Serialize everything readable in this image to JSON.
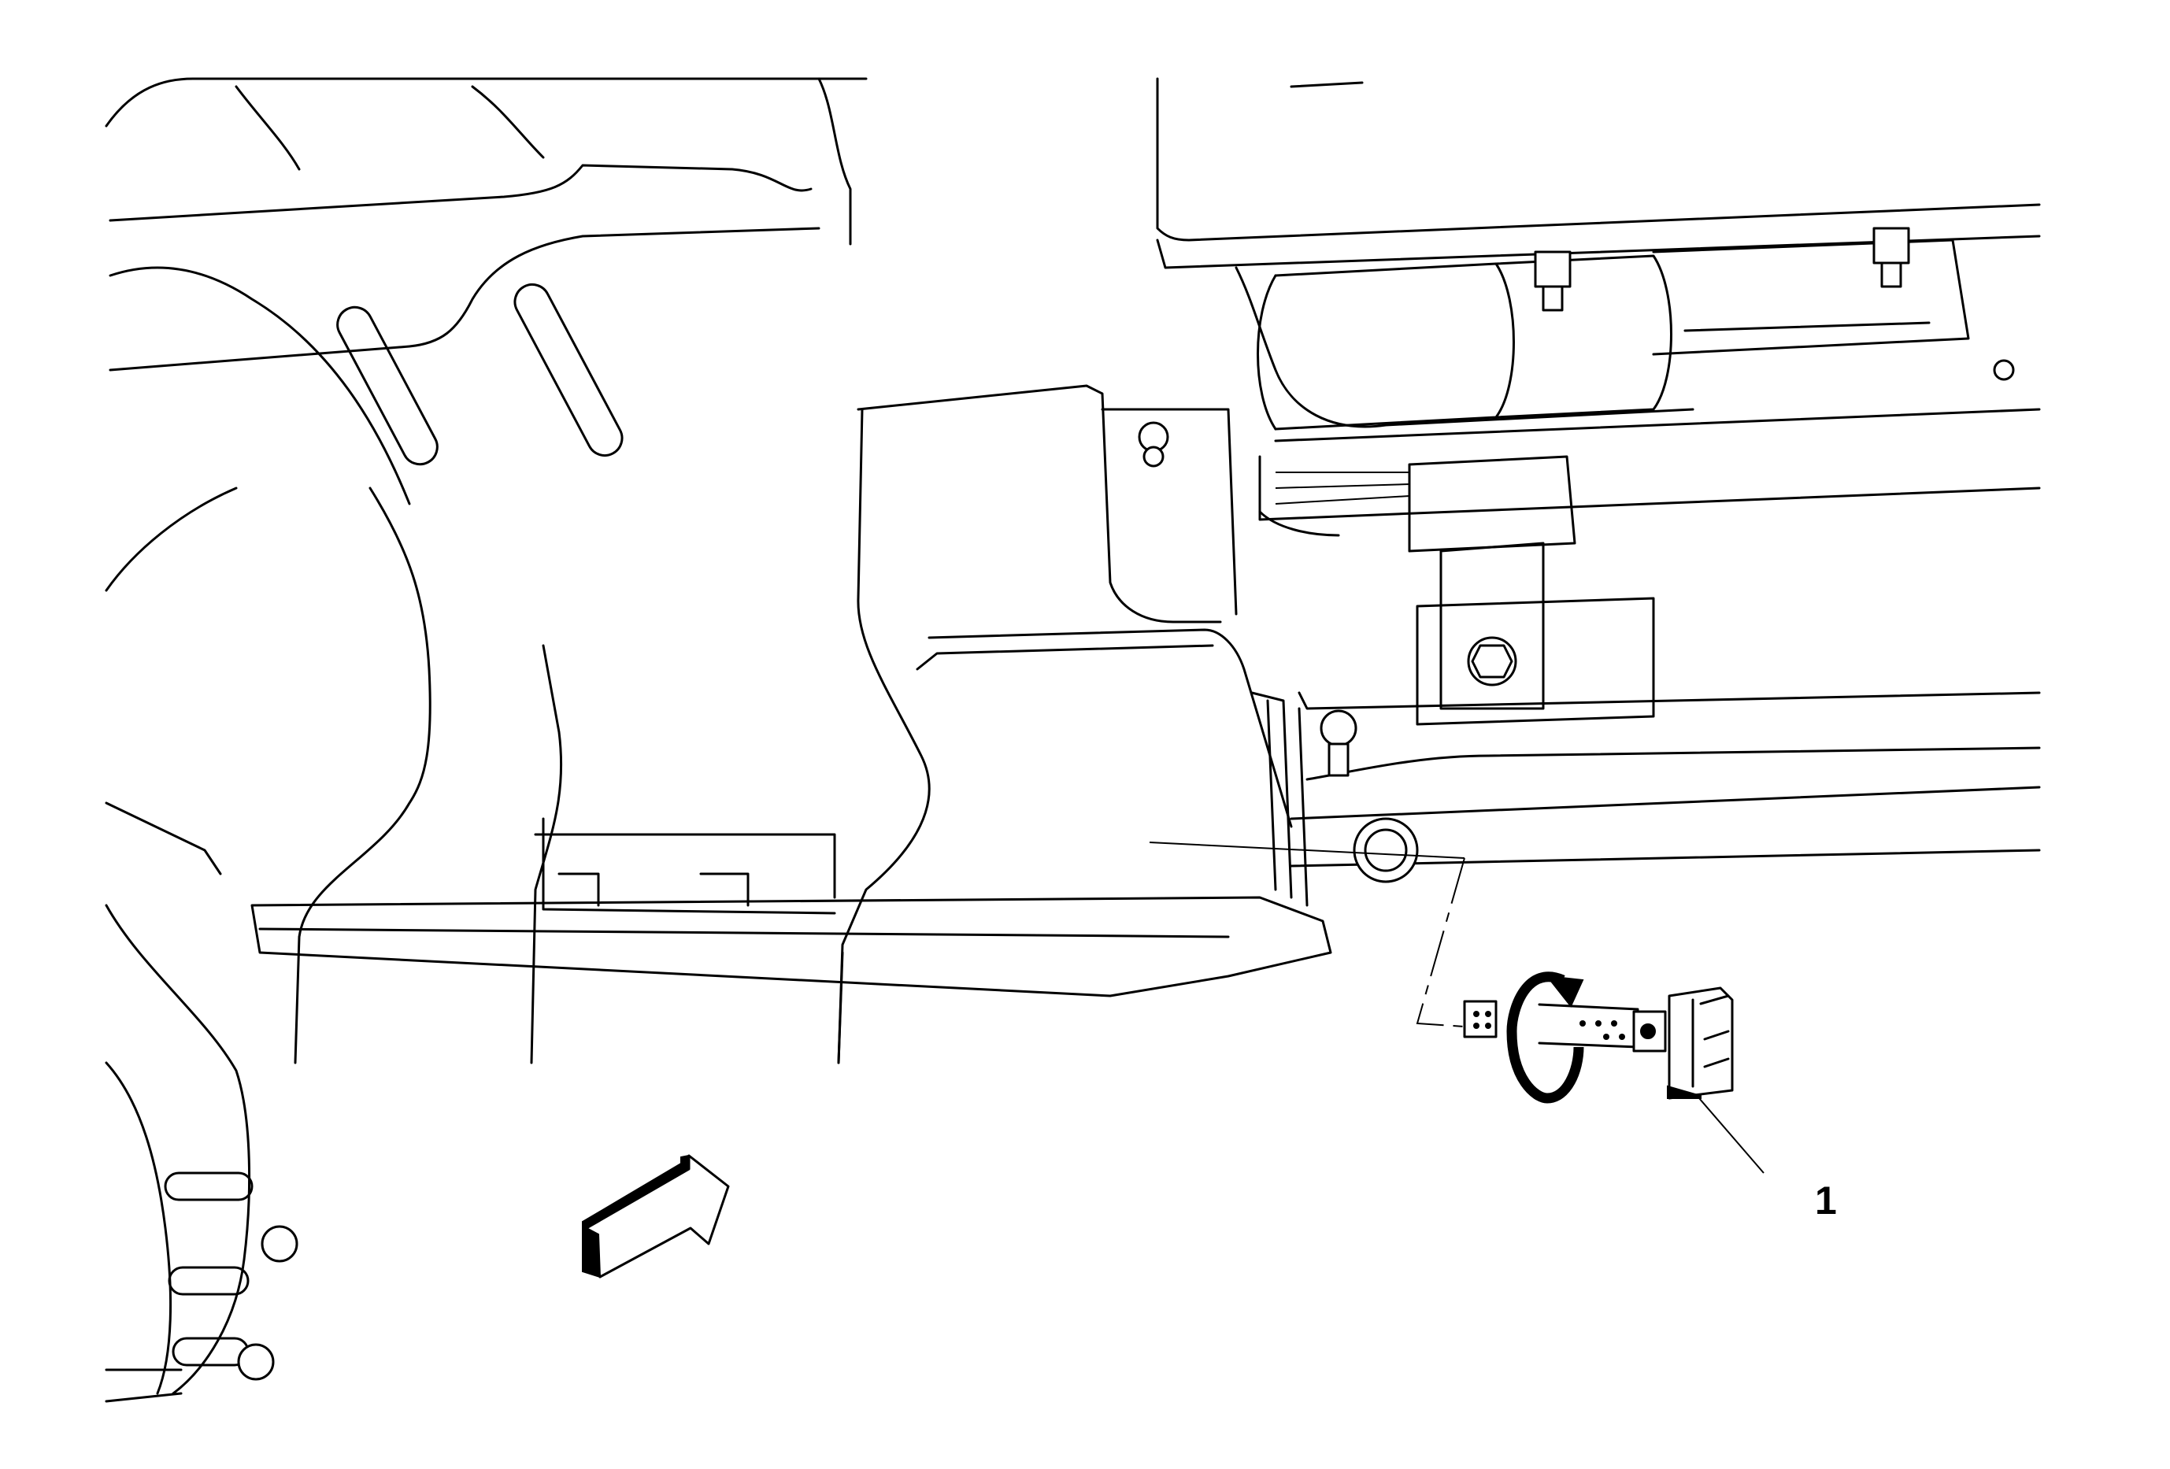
{
  "diagram": {
    "type": "service-manual-line-illustration",
    "subject": "Instrument panel underside with component removal",
    "colors": {
      "line": "#000000",
      "background": "#ffffff"
    },
    "callouts": [
      {
        "id": 1,
        "label": "1",
        "target": "electrical-connector-component"
      }
    ],
    "symbols": {
      "rotation_arrow": "rotate-to-remove",
      "view_arrow": "view-direction"
    }
  }
}
